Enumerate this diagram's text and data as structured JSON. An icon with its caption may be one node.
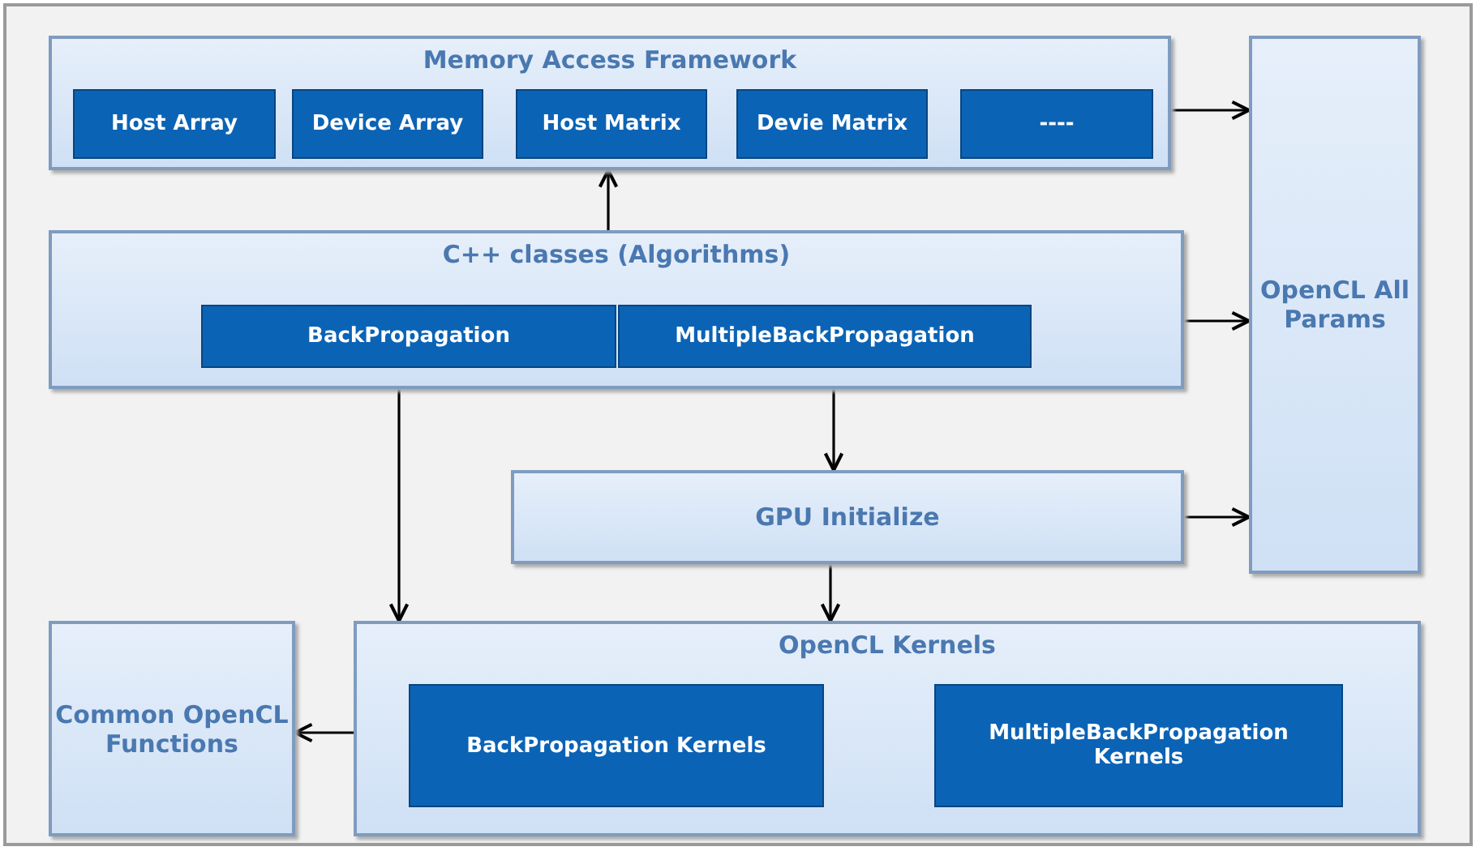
{
  "diagram": {
    "nodes": [
      {
        "text": [
          "Memory Access Framework"
        ]
      },
      {
        "text": [
          "Host Array"
        ],
        "in": 0
      },
      {
        "text": [
          "Device Array"
        ],
        "in": 0
      },
      {
        "text": [
          "Host Matrix"
        ],
        "in": 0
      },
      {
        "text": [
          "Devie Matrix"
        ],
        "in": 0
      },
      {
        "text": [
          "----"
        ],
        "in": 0
      },
      {
        "text": [
          "OpenCL All Params"
        ]
      },
      {
        "text": [
          "C++ classes (Algorithms)"
        ]
      },
      {
        "text": [
          "BackPropagation"
        ],
        "in": 7
      },
      {
        "text": [
          "MultipleBackPropagation"
        ],
        "in": 7
      },
      {
        "text": [
          "GPU Initialize"
        ]
      },
      {
        "text": [
          "Common OpenCL Functions"
        ]
      },
      {
        "text": [
          "OpenCL Kernels"
        ]
      },
      {
        "text": [
          "BackPropagation Kernels"
        ],
        "in": 12
      },
      {
        "text": [
          "MultipleBackPropagation Kernels"
        ],
        "in": 12
      }
    ],
    "edges": [
      {
        "from": 0,
        "to": 6,
        "arrow": "to"
      },
      {
        "from": 7,
        "to": 0,
        "arrow": "to"
      },
      {
        "from": 7,
        "to": 6,
        "arrow": "to"
      },
      {
        "from": 7,
        "to": 10,
        "arrow": "to"
      },
      {
        "from": 7,
        "to": 12,
        "arrow": "to"
      },
      {
        "from": 10,
        "to": 6,
        "arrow": "to"
      },
      {
        "from": 10,
        "to": 12,
        "arrow": "to"
      },
      {
        "from": 12,
        "to": 11,
        "arrow": "to"
      }
    ]
  }
}
